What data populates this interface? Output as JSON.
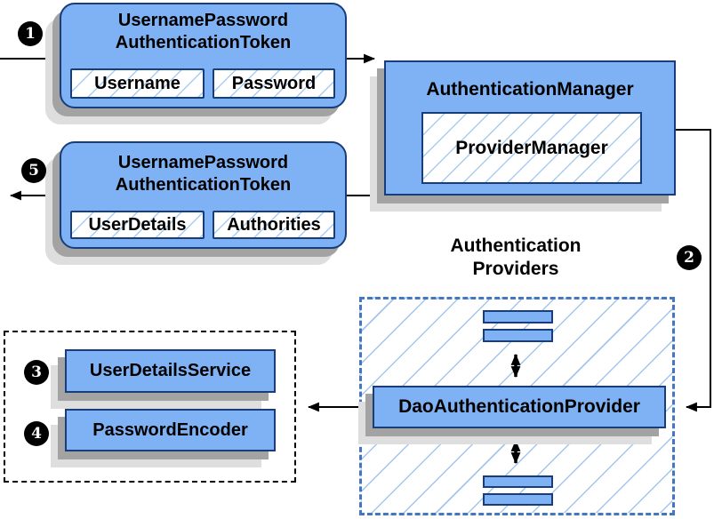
{
  "badges": {
    "n1": "1",
    "n2": "2",
    "n3": "3",
    "n4": "4",
    "n5": "5"
  },
  "nodes": {
    "request_token": {
      "title_line1": "UsernamePassword",
      "title_line2": "AuthenticationToken",
      "fields": [
        "Username",
        "Password"
      ]
    },
    "auth_manager": {
      "title": "AuthenticationManager",
      "inner": "ProviderManager"
    },
    "response_token": {
      "title_line1": "UsernamePassword",
      "title_line2": "AuthenticationToken",
      "fields": [
        "UserDetails",
        "Authorities"
      ]
    },
    "dao_provider": {
      "title": "DaoAuthenticationProvider"
    },
    "user_details_service": {
      "title": "UserDetailsService"
    },
    "password_encoder": {
      "title": "PasswordEncoder"
    }
  },
  "groups": {
    "providers": {
      "label_line1": "Authentication",
      "label_line2": "Providers"
    }
  },
  "colors": {
    "node_fill": "#7fb2f4",
    "node_border": "#173d7a",
    "hatch_line": "#a9ccf0",
    "dashed_blue_border": "#4377c4",
    "dashed_black_border": "#000000",
    "shadow_dark": "#a3a3a3",
    "shadow_light": "#dedede",
    "connector": "#000000",
    "badge_bg": "#000000",
    "badge_text": "#ffffff"
  }
}
